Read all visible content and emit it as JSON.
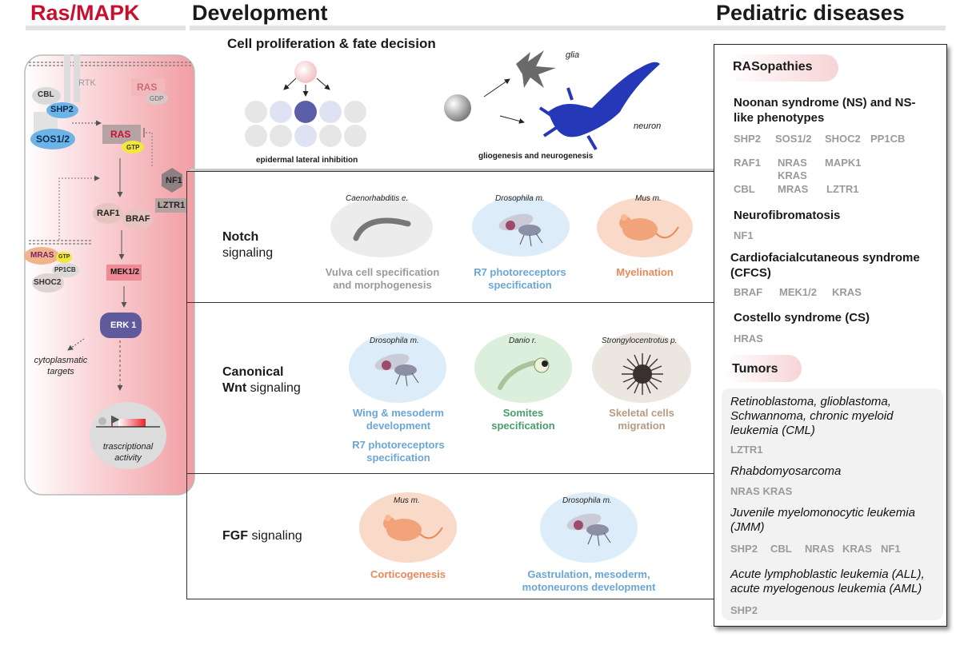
{
  "headers": {
    "left": "Ras/MAPK",
    "middle": "Development",
    "right": "Pediatric diseases"
  },
  "colors": {
    "accent_red": "#c8102e",
    "orange": "#e8895a",
    "blue": "#6aa6d6",
    "green": "#4a9d6a",
    "tan": "#b89a80",
    "gray_text": "#9a9a9a"
  },
  "pathway": {
    "rtk": "RTK",
    "cbl": "CBL",
    "shp2": "SHP2",
    "sos": "SOS1/2",
    "ras_gdp": "RAS",
    "gdp": "GDP",
    "ras_gtp": "RAS",
    "gtp": "GTP",
    "nf1": "NF1",
    "lztr1": "LZTR1",
    "raf1": "RAF1",
    "braf": "BRAF",
    "mras": "MRAS",
    "mras_gtp": "GTP",
    "pp1cb": "PP1CB",
    "shoc2": "SHOC2",
    "mek": "MEK1/2",
    "erk": "ERK 1",
    "cyto_targets": "cytoplasmatic targets",
    "transcription": "trascriptional activity"
  },
  "development": {
    "cell_title": "Cell proliferation & fate decision",
    "epidermal": "epidermal lateral inhibition",
    "glia": "glia",
    "neuron": "neuron",
    "glio": "gliogenesis and neurogenesis",
    "notch": {
      "title_bold": "Notch",
      "title_rest": "signaling",
      "items": [
        {
          "species": "Caenorhabditis e.",
          "process": "Vulva cell specification and morphogenesis"
        },
        {
          "species": "Drosophila m.",
          "process": "R7 photoreceptors specification"
        },
        {
          "species": "Mus m.",
          "process": "Myelination"
        }
      ]
    },
    "wnt": {
      "title_bold1": "Canonical",
      "title_bold2": "Wnt",
      "title_rest": "signaling",
      "items": [
        {
          "species": "Drosophila m.",
          "process": "Wing & mesoderm development",
          "process2": "R7 photoreceptors specification"
        },
        {
          "species": "Danio r.",
          "process": "Somites specification"
        },
        {
          "species": "Strongylocentrotus p.",
          "process": "Skeletal cells migration"
        }
      ]
    },
    "fgf": {
      "title_bold": "FGF",
      "title_rest": "signaling",
      "items": [
        {
          "species": "Mus m.",
          "process": "Corticogenesis"
        },
        {
          "species": "Drosophila m.",
          "process": "Gastrulation, mesoderm, motoneurons development"
        }
      ]
    }
  },
  "diseases": {
    "rasopathies": "RASopathies",
    "noonan": "Noonan syndrome (NS) and NS-like phenotypes",
    "noonan_genes": [
      "SHP2",
      "SOS1/2",
      "SHOC2",
      "PP1CB",
      "RAF1",
      "NRAS",
      "KRAS",
      "MAPK1",
      "CBL",
      "MRAS",
      "LZTR1"
    ],
    "neurofibromatosis": "Neurofibromatosis",
    "nf_genes": [
      "NF1"
    ],
    "cfcs": "Cardiofacialcutaneous syndrome (CFCS)",
    "cfcs_genes": [
      "BRAF",
      "MEK1/2",
      "KRAS"
    ],
    "costello": "Costello syndrome (CS)",
    "cs_genes": [
      "HRAS"
    ],
    "tumors": "Tumors",
    "tumor_list": [
      {
        "name": "Retinoblastoma, glioblastoma, Schwannoma, chronic myeloid leukemia (CML)",
        "genes": "LZTR1"
      },
      {
        "name": "Rhabdomyosarcoma",
        "genes": "NRAS KRAS"
      },
      {
        "name": "Juvenile myelomonocytic leukemia (JMM)",
        "genes": [
          "SHP2",
          "CBL",
          "NRAS",
          "KRAS",
          "NF1"
        ]
      },
      {
        "name": "Acute lymphoblastic leukemia (ALL), acute myelogenous leukemia (AML)",
        "genes": "SHP2"
      }
    ]
  }
}
